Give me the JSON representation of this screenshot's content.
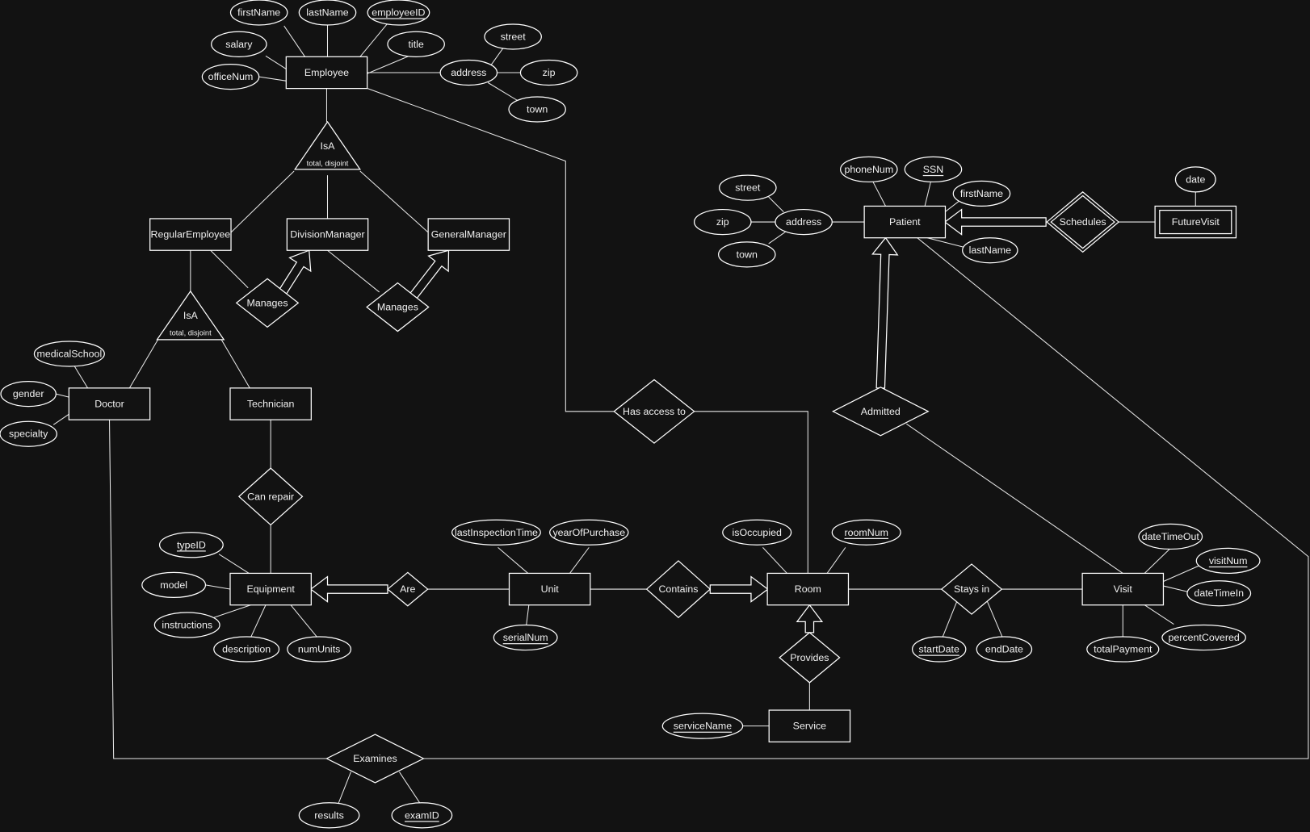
{
  "diagram": {
    "entities": {
      "employee": "Employee",
      "regularEmployee": "RegularEmployee",
      "divisionManager": "DivisionManager",
      "generalManager": "GeneralManager",
      "doctor": "Doctor",
      "technician": "Technician",
      "equipment": "Equipment",
      "unit": "Unit",
      "room": "Room",
      "visit": "Visit",
      "service": "Service",
      "patient": "Patient",
      "futureVisit": "FutureVisit"
    },
    "attributes": {
      "emp_firstName": {
        "label": "firstName",
        "key": false
      },
      "emp_lastName": {
        "label": "lastName",
        "key": false
      },
      "emp_employeeID": {
        "label": "employeeID",
        "key": true
      },
      "emp_salary": {
        "label": "salary",
        "key": false
      },
      "emp_title": {
        "label": "title",
        "key": false
      },
      "emp_officeNum": {
        "label": "officeNum",
        "key": false
      },
      "emp_address": {
        "label": "address",
        "key": false
      },
      "emp_street": {
        "label": "street",
        "key": false
      },
      "emp_zip": {
        "label": "zip",
        "key": false
      },
      "emp_town": {
        "label": "town",
        "key": false
      },
      "pat_phoneNum": {
        "label": "phoneNum",
        "key": false
      },
      "pat_SSN": {
        "label": "SSN",
        "key": true
      },
      "pat_firstName": {
        "label": "firstName",
        "key": false
      },
      "pat_lastName": {
        "label": "lastName",
        "key": false
      },
      "pat_address": {
        "label": "address",
        "key": false
      },
      "pat_street": {
        "label": "street",
        "key": false
      },
      "pat_zip": {
        "label": "zip",
        "key": false
      },
      "pat_town": {
        "label": "town",
        "key": false
      },
      "fv_date": {
        "label": "date",
        "key": false
      },
      "doc_medicalSchool": {
        "label": "medicalSchool",
        "key": false
      },
      "doc_gender": {
        "label": "gender",
        "key": false
      },
      "doc_specialty": {
        "label": "specialty",
        "key": false
      },
      "eq_typeID": {
        "label": "typeID",
        "key": true
      },
      "eq_model": {
        "label": "model",
        "key": false
      },
      "eq_instructions": {
        "label": "instructions",
        "key": false
      },
      "eq_description": {
        "label": "description",
        "key": false
      },
      "eq_numUnits": {
        "label": "numUnits",
        "key": false
      },
      "unit_lastInspectionTime": {
        "label": "lastInspectionTime",
        "key": false
      },
      "unit_yearOfPurchase": {
        "label": "yearOfPurchase",
        "key": false
      },
      "unit_serialNum": {
        "label": "serialNum",
        "key": true
      },
      "room_isOccupied": {
        "label": "isOccupied",
        "key": false
      },
      "room_roomNum": {
        "label": "roomNum",
        "key": true
      },
      "stay_startDate": {
        "label": "startDate",
        "key": true
      },
      "stay_endDate": {
        "label": "endDate",
        "key": false
      },
      "visit_dateTimeOut": {
        "label": "dateTimeOut",
        "key": false
      },
      "visit_visitNum": {
        "label": "visitNum",
        "key": true
      },
      "visit_dateTimeIn": {
        "label": "dateTimeIn",
        "key": false
      },
      "visit_percentCovered": {
        "label": "percentCovered",
        "key": false
      },
      "visit_totalPayment": {
        "label": "totalPayment",
        "key": false
      },
      "svc_serviceName": {
        "label": "serviceName",
        "key": true
      },
      "exam_results": {
        "label": "results",
        "key": false
      },
      "exam_examID": {
        "label": "examID",
        "key": true
      }
    },
    "relationships": {
      "manages1": "Manages",
      "manages2": "Manages",
      "canRepair": "Can repair",
      "are": "Are",
      "contains": "Contains",
      "hasAccessTo": "Has access to",
      "admitted": "Admitted",
      "staysIn": "Stays in",
      "provides": "Provides",
      "examines": "Examines",
      "schedules": "Schedules"
    },
    "isa": {
      "isa_employee": {
        "label": "IsA",
        "constraint": "total, disjoint"
      },
      "isa_regular": {
        "label": "IsA",
        "constraint": "total, disjoint"
      }
    }
  }
}
